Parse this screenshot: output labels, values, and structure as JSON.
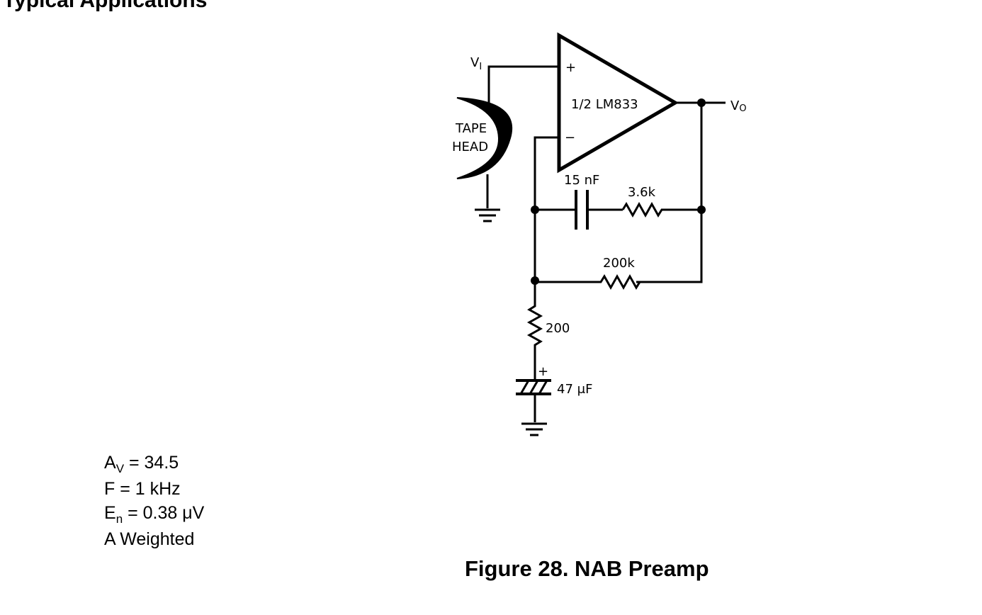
{
  "page": {
    "section_title": "Typical Applications",
    "figure_caption": "Figure 28.  NAB Preamp"
  },
  "schematic": {
    "input_label": "V",
    "input_sub": "I",
    "output_label": "V",
    "output_sub": "O",
    "opamp_label": "1/2 LM833",
    "opamp_plus": "+",
    "opamp_minus": "−",
    "tape_head_line1": "TAPE",
    "tape_head_line2": "HEAD",
    "cap_15n_label": "15 nF",
    "res_3k6_label": "3.6k",
    "res_200k_label": "200k",
    "res_200_label": "200",
    "cap_47u_label": "47 μF",
    "cap_47u_plus": "+"
  },
  "specs": {
    "av_main": "A",
    "av_sub": "V",
    "av_value": " = 34.5",
    "freq": "F = 1 kHz",
    "en_main": "E",
    "en_sub": "n",
    "en_value": " = 0.38 μV",
    "weighting": "A Weighted"
  }
}
